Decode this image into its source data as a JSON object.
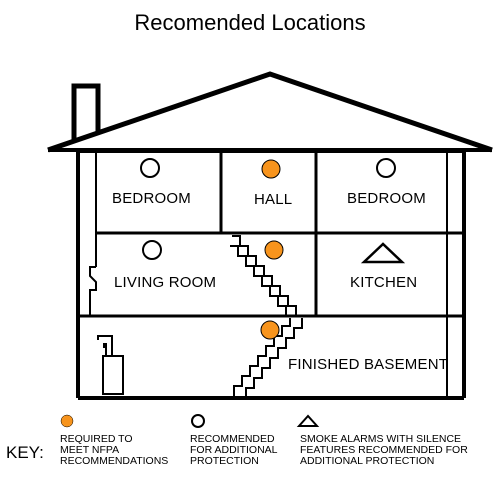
{
  "title": "Recomended Locations",
  "rooms": {
    "bedroom_left": "BEDROOM",
    "hall": "HALL",
    "bedroom_right": "BEDROOM",
    "living_room": "LIVING ROOM",
    "kitchen": "KITCHEN",
    "finished_basement": "FINISHED BASEMENT"
  },
  "markers": {
    "bedroom_left": "recommended",
    "hall": "required",
    "bedroom_right": "recommended",
    "living_room": "recommended",
    "stairs_upper": "required",
    "kitchen": "silence",
    "basement_stairs": "required"
  },
  "key": {
    "label": "KEY:",
    "required": "REQUIRED TO\nMEET NFPA\nRECOMMENDATIONS",
    "recommended": "RECOMMENDED\nFOR ADDITIONAL\nPROTECTION",
    "silence": "SMOKE ALARMS WITH SILENCE\nFEATURES RECOMMENDED FOR\nADDITIONAL PROTECTION"
  },
  "colors": {
    "required": "#f7941d",
    "outline": "#000000",
    "background": "#ffffff"
  }
}
